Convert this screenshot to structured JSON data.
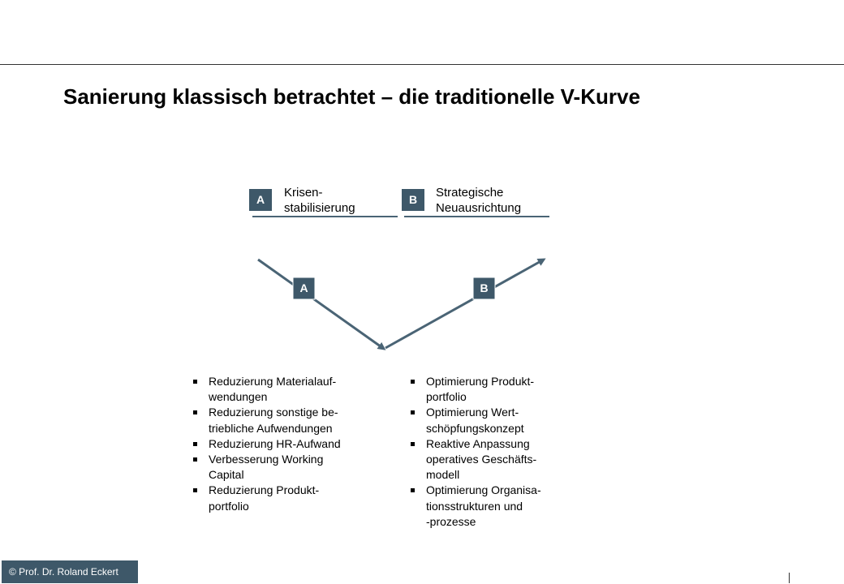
{
  "slide": {
    "title": "Sanierung klassisch betrachtet – die traditionelle V-Kurve",
    "footer": "© Prof. Dr. Roland Eckert"
  },
  "colors": {
    "box_fill": "#3e5869",
    "line": "#4a6475",
    "text": "#000000"
  },
  "phases": [
    {
      "key": "A",
      "label_lines": [
        "Krisen-",
        "stabilisierung"
      ]
    },
    {
      "key": "B",
      "label_lines": [
        "Strategische",
        "Neuausrichtung"
      ]
    }
  ],
  "curve_markers": [
    "A",
    "B"
  ],
  "bullets_left": [
    [
      "Reduzierung Materialauf-",
      "wendungen"
    ],
    [
      "Reduzierung sonstige be-",
      "triebliche Aufwendungen"
    ],
    [
      "Reduzierung HR-Aufwand"
    ],
    [
      "Verbesserung Working",
      "Capital"
    ],
    [
      "Reduzierung Produkt-",
      "portfolio"
    ]
  ],
  "bullets_right": [
    [
      "Optimierung Produkt-",
      "portfolio"
    ],
    [
      "Optimierung Wert-",
      "schöpfungskonzept"
    ],
    [
      "Reaktive Anpassung",
      "operatives Geschäfts-",
      "modell"
    ],
    [
      "Optimierung Organisa-",
      "tionsstrukturen und",
      "-prozesse"
    ]
  ]
}
